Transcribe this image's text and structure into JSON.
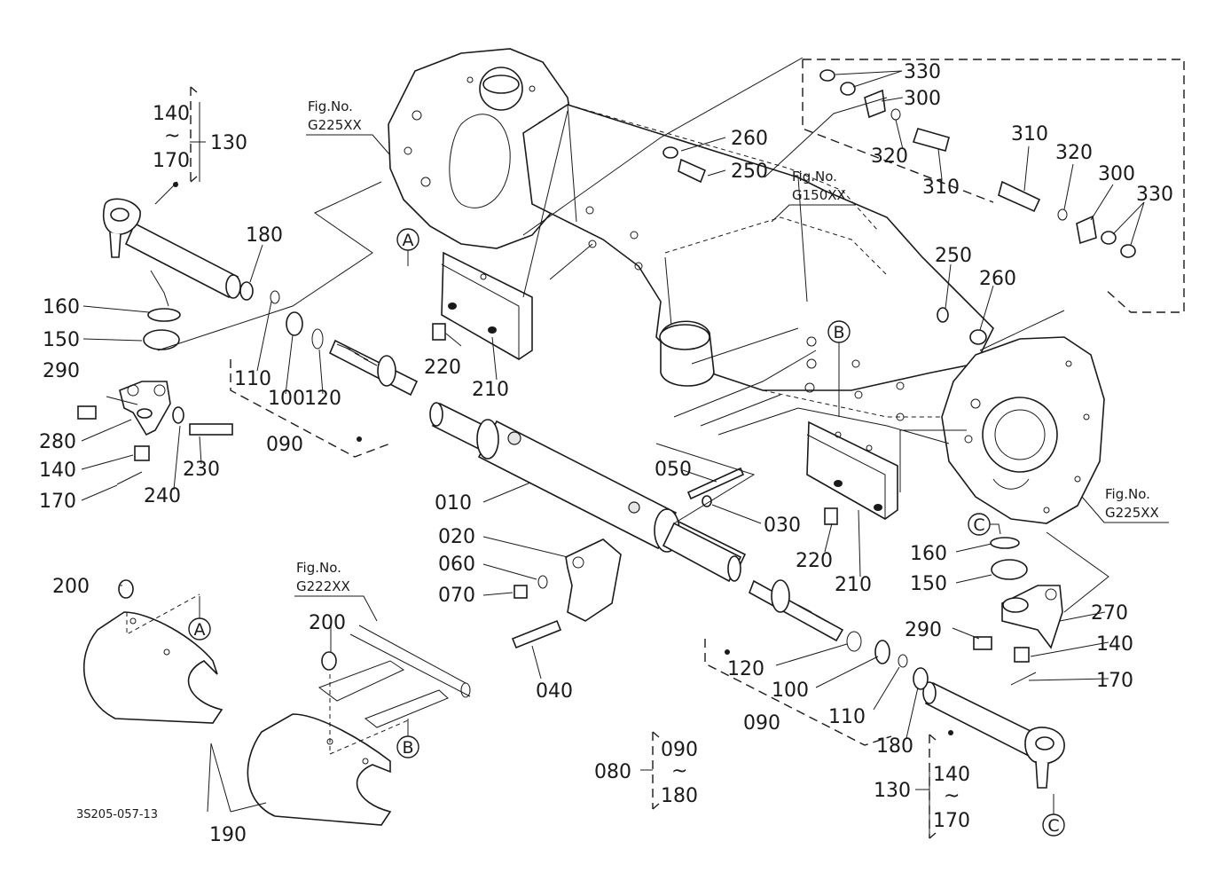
{
  "drawing_code": "3S205-057-13",
  "parts": {
    "p010": "010",
    "p020": "020",
    "p030": "030",
    "p040": "040",
    "p050": "050",
    "p060": "060",
    "p070": "070",
    "p080": "080",
    "p090": "090",
    "p100": "100",
    "p110": "110",
    "p120": "120",
    "p130": "130",
    "p140": "140",
    "p150": "150",
    "p160": "160",
    "p170": "170",
    "p180": "180",
    "p190": "190",
    "p200": "200",
    "p210": "210",
    "p220": "220",
    "p230": "230",
    "p240": "240",
    "p250": "250",
    "p260": "260",
    "p270": "270",
    "p280": "280",
    "p290": "290",
    "p300": "300",
    "p310": "310",
    "p320": "320",
    "p330": "330"
  },
  "range_tilde": "~",
  "fig_prefix": "Fig.No.",
  "fig_refs": {
    "g225": "G225XX",
    "g150": "G150XX",
    "g222": "G222XX"
  },
  "callouts": {
    "a": "A",
    "b": "B",
    "c": "C"
  }
}
